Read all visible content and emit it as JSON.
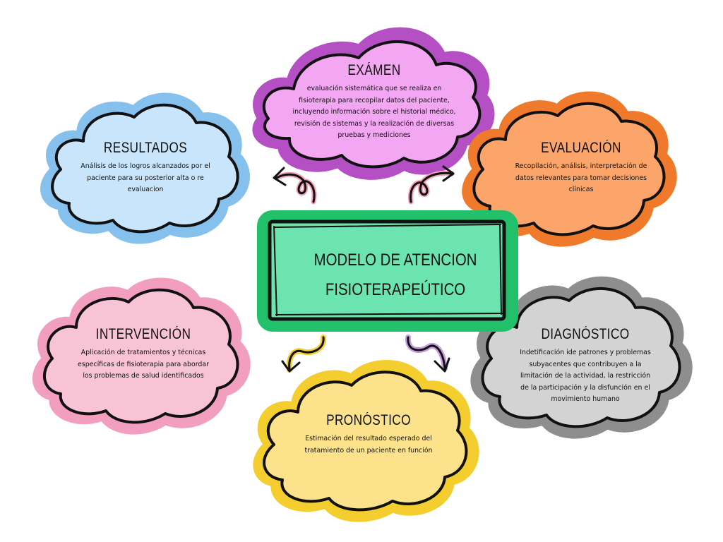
{
  "center": {
    "line1": "MODELO DE ATENCION",
    "line2": "FISIOTERAPEÚTICO",
    "color": "#6ce4b0",
    "border": "#22c06a"
  },
  "nodes": {
    "examen": {
      "title": "EXÁMEN",
      "body": "evaluación sistemática que se realiza en fisioterapia para recopilar datos del paciente, incluyendo información sobre el historial médico, revisión de sistemas y la realización de diversas pruebas y mediciones",
      "fill": "#f3a6f2",
      "border": "#b44fc4"
    },
    "resultados": {
      "title": "RESULTADOS",
      "body": "Análisis de los logros alcanzados por el paciente para su posterior alta o re evaluacion",
      "fill": "#c8e5fb",
      "border": "#86c1ee"
    },
    "evaluacion": {
      "title": "EVALUACIÓN",
      "body": "Recopilación, análisis, interpretación de datos relevantes para tomar decisiones clínicas",
      "fill": "#fba56a",
      "border": "#f07a2c"
    },
    "intervencion": {
      "title": "INTERVENCIÓN",
      "body": "Aplicación de tratamientos y técnicas específicas de fisioterapia para abordar los problemas de salud identificados",
      "fill": "#f9c3d6",
      "border": "#f29fbf"
    },
    "diagnostico": {
      "title": "DIAGNÓSTICO",
      "body": "Indetificación ide patrones y problemas subyacentes que contribuyen a la limitación de la actividad, la restricción de la participación y la disfunción en el movimiento humano",
      "fill": "#d3d3d3",
      "border": "#8e8e8e"
    },
    "pronostico": {
      "title": "PRONÓSTICO",
      "body": "Estimación del resultado esperado del tratamiento de un paciente en función",
      "fill": "#fde28c",
      "border": "#f4cd2e"
    }
  },
  "arrows": {
    "left_up": "#f4a0b4",
    "right_up": "#f4a0b4",
    "left_down": "#f4cd2e",
    "right_down": "#c89ae0"
  }
}
